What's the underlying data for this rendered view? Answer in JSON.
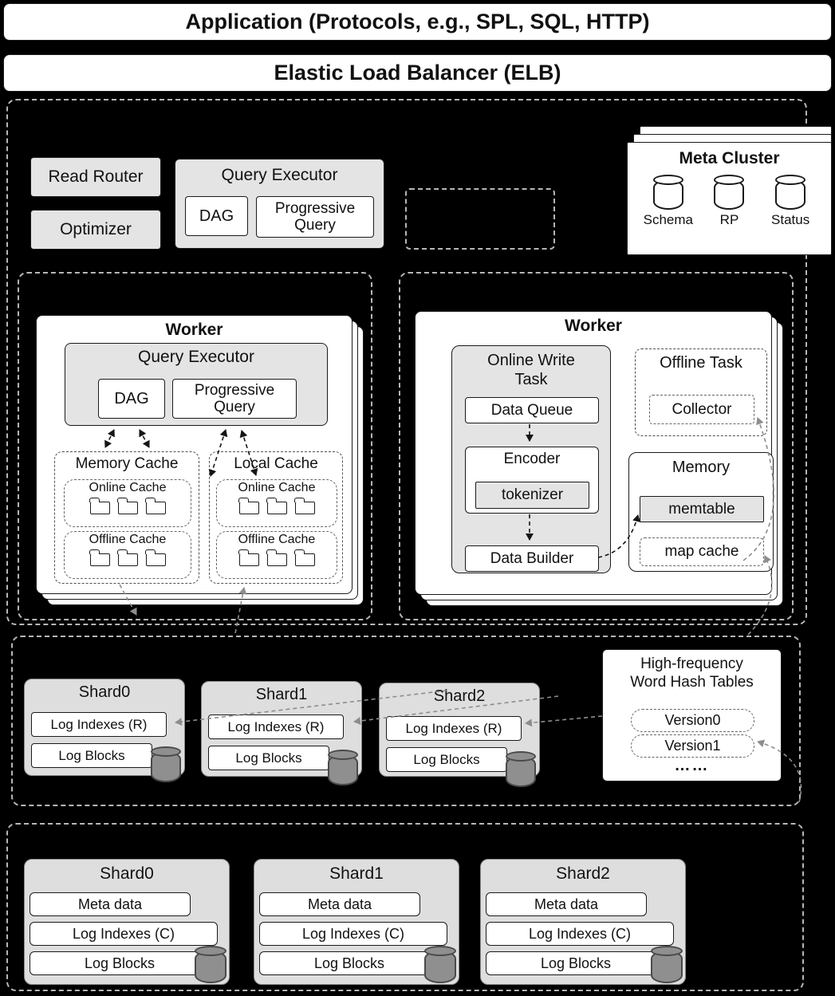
{
  "colors": {
    "background": "#000000",
    "box_gray": "#e4e4e4",
    "cylinder_gray": "#8f8f8f"
  },
  "header": {
    "application": "Application (Protocols, e.g., SPL, SQL, HTTP)",
    "elb": "Elastic Load Balancer (ELB)"
  },
  "query_layer": {
    "read_router": "Read Router",
    "optimizer": "Optimizer",
    "query_executor": {
      "title": "Query Executor",
      "dag": "DAG",
      "progressive_query": "Progressive Query"
    },
    "meta_cluster": {
      "title": "Meta Cluster",
      "nodes": [
        "Schema",
        "RP",
        "Status"
      ]
    }
  },
  "read_worker": {
    "title": "Worker",
    "query_executor": {
      "title": "Query Executor",
      "dag": "DAG",
      "progressive_query": "Progressive Query"
    },
    "memory_cache": {
      "title": "Memory Cache",
      "online": "Online Cache",
      "offline": "Offline Cache"
    },
    "local_cache": {
      "title": "Local Cache",
      "online": "Online Cache",
      "offline": "Offline Cache"
    }
  },
  "write_worker": {
    "title": "Worker",
    "online_write_task": {
      "title": "Online Write Task",
      "data_queue": "Data Queue",
      "encoder": "Encoder",
      "tokenizer": "tokenizer",
      "data_builder": "Data Builder"
    },
    "offline_task": {
      "title": "Offline Task",
      "collector": "Collector"
    },
    "memory": {
      "title": "Memory",
      "memtable": "memtable",
      "map_cache": "map cache"
    }
  },
  "realtime_store": {
    "shards": [
      {
        "title": "Shard0",
        "log_indexes": "Log Indexes (R)",
        "log_blocks": "Log Blocks"
      },
      {
        "title": "Shard1",
        "log_indexes": "Log Indexes (R)",
        "log_blocks": "Log Blocks"
      },
      {
        "title": "Shard2",
        "log_indexes": "Log Indexes (R)",
        "log_blocks": "Log Blocks"
      }
    ],
    "hash_tables": {
      "title": "High-frequency Word Hash Tables",
      "versions": [
        "Version0",
        "Version1"
      ],
      "more": "……"
    }
  },
  "compacted_store": {
    "shards": [
      {
        "title": "Shard0",
        "meta_data": "Meta data",
        "log_indexes": "Log Indexes  (C)",
        "log_blocks": "Log Blocks"
      },
      {
        "title": "Shard1",
        "meta_data": "Meta data",
        "log_indexes": "Log Indexes  (C)",
        "log_blocks": "Log Blocks"
      },
      {
        "title": "Shard2",
        "meta_data": "Meta data",
        "log_indexes": "Log Indexes  (C)",
        "log_blocks": "Log Blocks"
      }
    ]
  }
}
